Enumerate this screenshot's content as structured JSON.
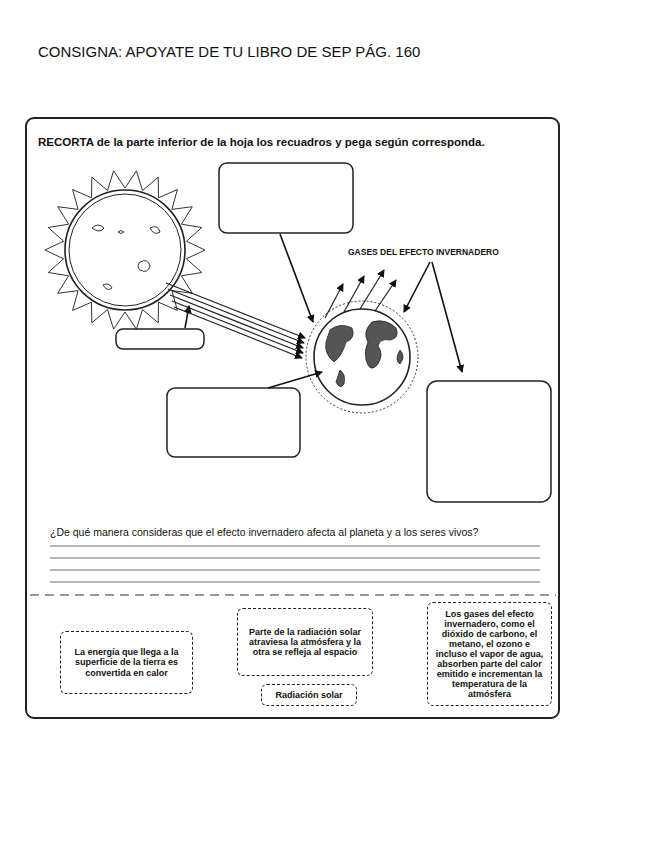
{
  "diagram": {
    "title": "CONSIGNA: APOYATE DE TU LIBRO DE SEP PÁG. 160",
    "nodes": [
      {
        "text": [
          "La energía que llega a la superficie de la tierra es convertida en calor"
        ]
      },
      {
        "text": [
          "Parte de la radiación solar atraviesa la atmósfera y la otra se refleja al espacio"
        ]
      },
      {
        "text": [
          "Radiación solar"
        ]
      },
      {
        "text": [
          "Los gases del efecto invernadero, como el dióxido de carbono, el metano, el ozono e incluso el vapor de agua, absorben parte del calor emitido e incrementan la temperatura de la atmósfera"
        ]
      }
    ],
    "labels": [
      "RECORTA de la parte inferior de la hoja los recuadros y pega según corresponda.",
      "GASES DEL EFECTO INVERNADERO",
      "¿De qué manera consideras que el efecto invernadero afecta al planeta y a los seres vivos?"
    ]
  }
}
